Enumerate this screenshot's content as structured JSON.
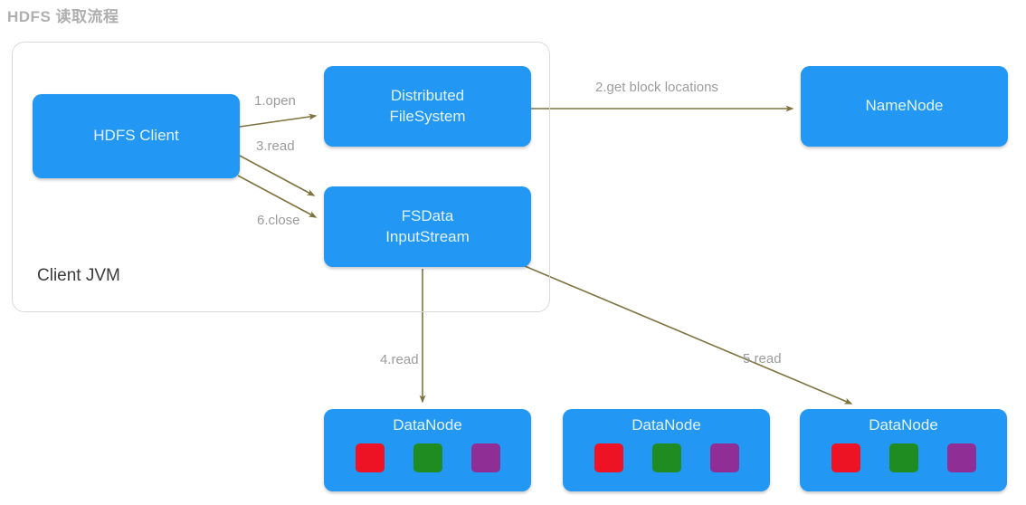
{
  "page_title": "HDFS 读取流程",
  "client_jvm": {
    "label": "Client JVM",
    "hdfs_client": {
      "label": "HDFS Client"
    },
    "distributed_filesystem": {
      "line1": "Distributed",
      "line2": "FileSystem"
    },
    "fsdata_inputstream": {
      "line1": "FSData",
      "line2": "InputStream"
    }
  },
  "namenode": {
    "label": "NameNode"
  },
  "datanodes": [
    {
      "label": "DataNode"
    },
    {
      "label": "DataNode"
    },
    {
      "label": "DataNode"
    }
  ],
  "arrow_labels": {
    "open": "1.open",
    "get_block_locations": "2.get block locations",
    "read_stream": "3.read",
    "read_datanode_first": "4.read",
    "read_datanode_second": "5.read",
    "close": "6.close"
  },
  "colors": {
    "node_blue": "#2297f3",
    "node_text": "#e3f4ff",
    "arrow_olive": "#7e7340",
    "label_gray": "#9c9c9c",
    "title_gray": "#afafaf",
    "container_border": "#d9d9d9",
    "block_red": "#ee1225",
    "block_green": "#1f8c22",
    "block_purple": "#8f2f96"
  }
}
